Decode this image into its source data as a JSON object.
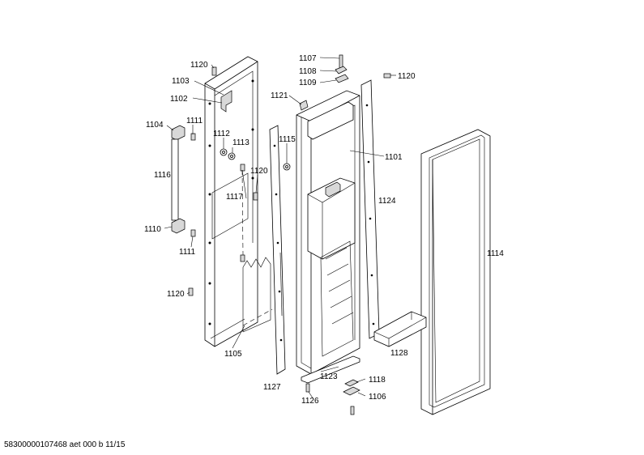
{
  "footer": {
    "code": "58300000107468 aet 000 b 11/15"
  },
  "parts": [
    {
      "id": "1120"
    },
    {
      "id": "1103"
    },
    {
      "id": "1102"
    },
    {
      "id": "1104"
    },
    {
      "id": "1111"
    },
    {
      "id": "1112"
    },
    {
      "id": "1113"
    },
    {
      "id": "1116"
    },
    {
      "id": "1117"
    },
    {
      "id": "1120"
    },
    {
      "id": "1110"
    },
    {
      "id": "1111"
    },
    {
      "id": "1120"
    },
    {
      "id": "1105"
    },
    {
      "id": "1121"
    },
    {
      "id": "1115"
    },
    {
      "id": "1107"
    },
    {
      "id": "1108"
    },
    {
      "id": "1109"
    },
    {
      "id": "1120"
    },
    {
      "id": "1101"
    },
    {
      "id": "1124"
    },
    {
      "id": "1114"
    },
    {
      "id": "1128"
    },
    {
      "id": "1127"
    },
    {
      "id": "1123"
    },
    {
      "id": "1118"
    },
    {
      "id": "1126"
    },
    {
      "id": "1106"
    }
  ]
}
